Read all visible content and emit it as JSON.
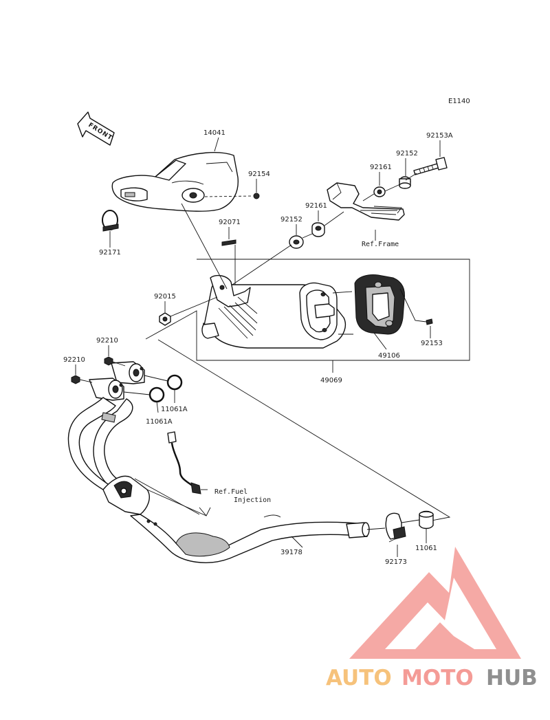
{
  "diagram_code": "E1140",
  "front_arrow_label": "FRONT",
  "parts": {
    "p14041": "14041",
    "p92154": "92154",
    "p92171": "92171",
    "p92071": "92071",
    "p92015": "92015",
    "p92152a": "92152",
    "p92161a": "92161",
    "p92161b": "92161",
    "p92152b": "92152",
    "p92153A": "92153A",
    "p49106": "49106",
    "p92153": "92153",
    "p49069": "49069",
    "p92210a": "92210",
    "p92210b": "92210",
    "p11061Aa": "11061A",
    "p11061Ab": "11061A",
    "p39178": "39178",
    "p92173": "92173",
    "p11061": "11061"
  },
  "refs": {
    "frame": "Ref.Frame",
    "fuel_line1": "Ref.Fuel",
    "fuel_line2": "Injection"
  },
  "watermark": {
    "part1": "AUTO",
    "part2": "MOTO",
    "part3": "HUB",
    "color_auto": "#f6c27b",
    "color_moto": "#f49b96",
    "color_hub": "#8f8f8f",
    "logo_color": "#f49b96"
  }
}
